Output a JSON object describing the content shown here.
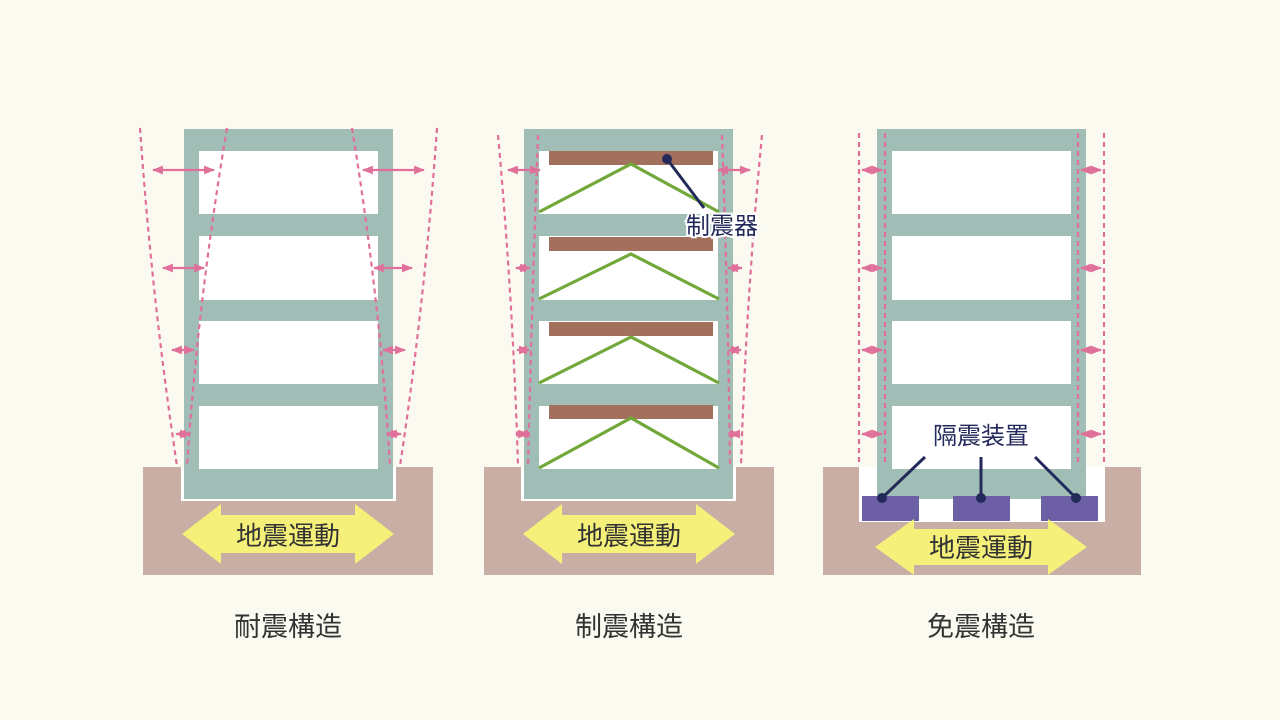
{
  "panels": [
    {
      "caption": "耐震構造",
      "ground_label": "地震運動"
    },
    {
      "caption": "制震構造",
      "ground_label": "地震運動",
      "device_label": "制震器"
    },
    {
      "caption": "免震構造",
      "ground_label": "地震運動",
      "device_label": "隔震装置"
    }
  ],
  "colors": {
    "background": "#fbfaf0",
    "ground": "#c8aea4",
    "frame": "#a0bdb6",
    "arrow_fill": "#f4f07a",
    "deform_line": "#e0709a",
    "damper": "#a3705e",
    "brace": "#72a83a",
    "isolator": "#6c5fa6",
    "leader": "#232a5a",
    "text": "#333333"
  }
}
